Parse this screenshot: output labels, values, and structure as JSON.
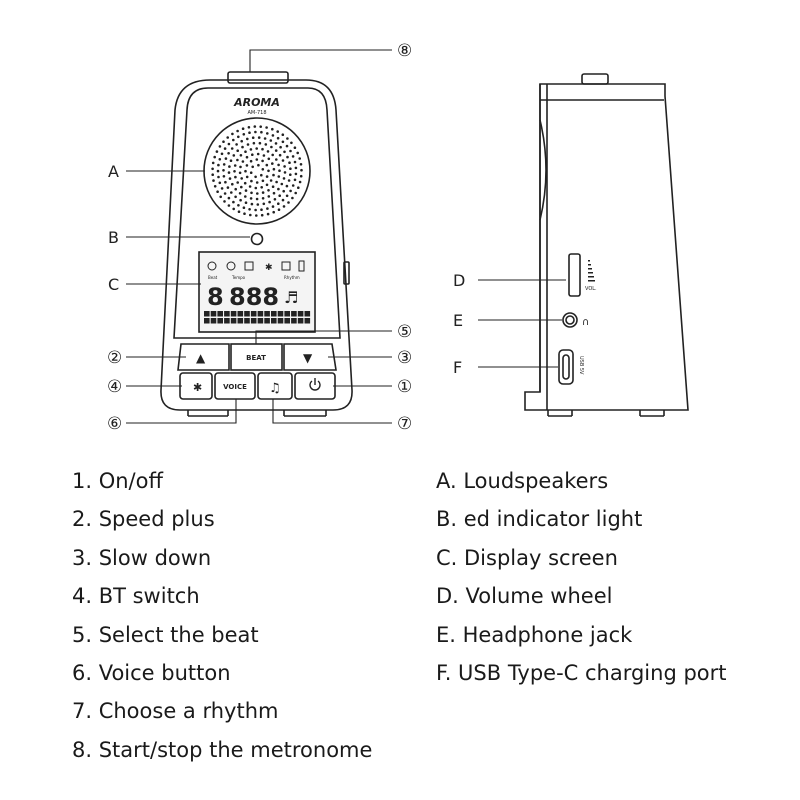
{
  "device": {
    "brand": "AROMA",
    "model": "AM-718",
    "display_icon_labels": [
      "Beat",
      "Tempo",
      "Rhythm"
    ],
    "display_digits": {
      "beat": "8",
      "tempo": "888"
    },
    "buttons": {
      "beat": "BEAT",
      "voice": "VOICE",
      "up_symbol": "▲",
      "down_symbol": "▼",
      "note_symbol": "♫"
    },
    "side_labels": {
      "volume": "VOL.",
      "usb": "USB 5V"
    }
  },
  "callouts": {
    "letters": [
      "A",
      "B",
      "C",
      "D",
      "E",
      "F"
    ],
    "numbers": [
      "①",
      "②",
      "③",
      "④",
      "⑤",
      "⑥",
      "⑦",
      "⑧"
    ]
  },
  "legend": {
    "numbered": [
      "1. On/off",
      "2. Speed plus",
      "3. Slow down",
      "4. BT switch",
      "5. Select the beat",
      "6. Voice button",
      "7. Choose a rhythm",
      "8. Start/stop the metronome"
    ],
    "lettered": [
      "A. Loudspeakers",
      "B. ed indicator light",
      "C. Display screen",
      "D. Volume wheel",
      "E. Headphone jack",
      "F. USB Type-C charging port"
    ]
  },
  "colors": {
    "stroke": "#222222",
    "display": "#f2f2f2"
  }
}
